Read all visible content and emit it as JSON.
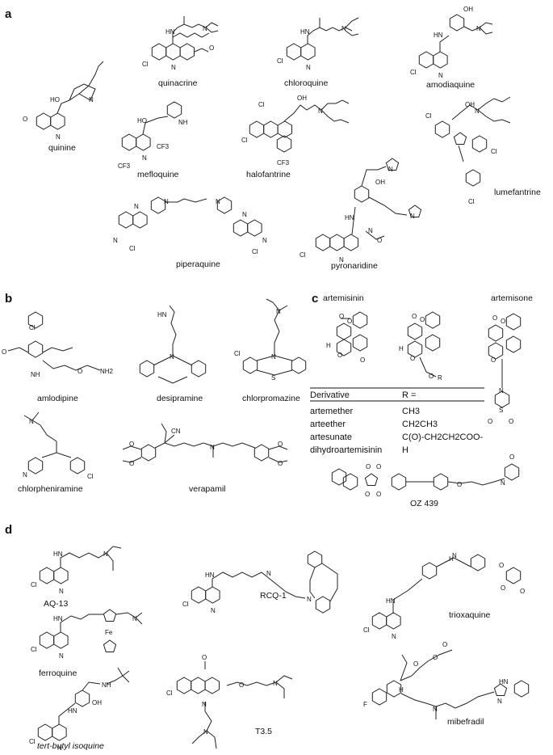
{
  "panels": {
    "a": {
      "letter": "a",
      "compounds": [
        "quinacrine",
        "chloroquine",
        "amodiaquine",
        "quinine",
        "mefloquine",
        "halofantrine",
        "lumefantrine",
        "piperaquine",
        "pyronaridine"
      ]
    },
    "b": {
      "letter": "b",
      "compounds": [
        "amlodipine",
        "desipramine",
        "chlorpromazine",
        "chlorpheniramine",
        "verapamil"
      ]
    },
    "c": {
      "letter": "c",
      "compounds": [
        "artemisinin",
        "artemisone",
        "OZ 439"
      ],
      "table": {
        "header": [
          "Derivative",
          "R ="
        ],
        "rows": [
          [
            "artemether",
            "CH3"
          ],
          [
            "arteether",
            "CH2CH3"
          ],
          [
            "artesunate",
            "C(O)-CH2CH2COO-"
          ],
          [
            "dihydroartemisinin",
            "H"
          ]
        ]
      }
    },
    "d": {
      "letter": "d",
      "compounds": [
        "AQ-13",
        "ferroquine",
        "tert-butyl isoquine",
        "RCQ-1",
        "T3.5",
        "trioxaquine",
        "mibefradil"
      ]
    }
  },
  "atoms": {
    "cl": "Cl",
    "n": "N",
    "nh": "NH",
    "hn": "HN",
    "h": "H",
    "ho": "HO",
    "oh": "OH",
    "o": "O",
    "s": "S",
    "fe": "Fe",
    "cf3": "CF3",
    "nh2": "NH2",
    "cn": "CN",
    "f": "F",
    "r": "R"
  }
}
